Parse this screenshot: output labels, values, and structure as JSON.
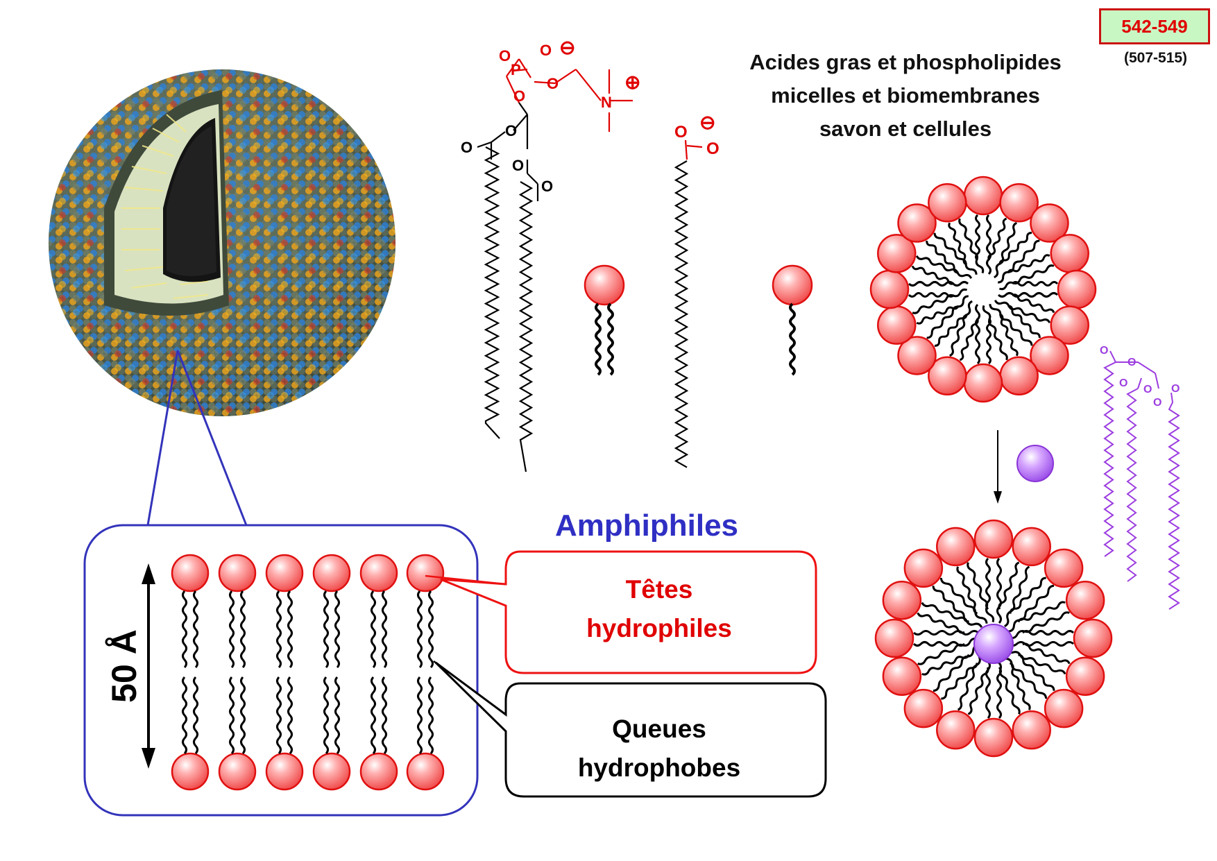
{
  "badge": {
    "main": "542-549",
    "sub": "(507-515)"
  },
  "title_lines": [
    "Acides gras et phospholipides",
    "micelles et biomembranes",
    "savon et cellules"
  ],
  "amphiphiles_label": "Amphiphiles",
  "membrane": {
    "thickness_label": "50 Å"
  },
  "callouts": {
    "heads": [
      "Têtes",
      "hydrophiles"
    ],
    "tails": [
      "Queues",
      "hydrophobes"
    ]
  },
  "structures": {
    "phospholipid": {
      "atoms": [
        "O",
        "O",
        "P",
        "O",
        "O",
        "N",
        "O",
        "O",
        "O",
        "O"
      ],
      "charges": [
        "⊖",
        "⊕"
      ]
    },
    "fatty_acid": {
      "atoms": [
        "O",
        "O"
      ],
      "charge": "⊖"
    },
    "triglyceride": {
      "atoms": [
        "O",
        "O",
        "O",
        "O",
        "O",
        "O"
      ]
    }
  },
  "colors": {
    "head": "#e53030",
    "accent_red": "#e00000",
    "accent_blue": "#2f2fc4",
    "triglyceride": "#9c3de0",
    "guest": "#b070ee"
  }
}
